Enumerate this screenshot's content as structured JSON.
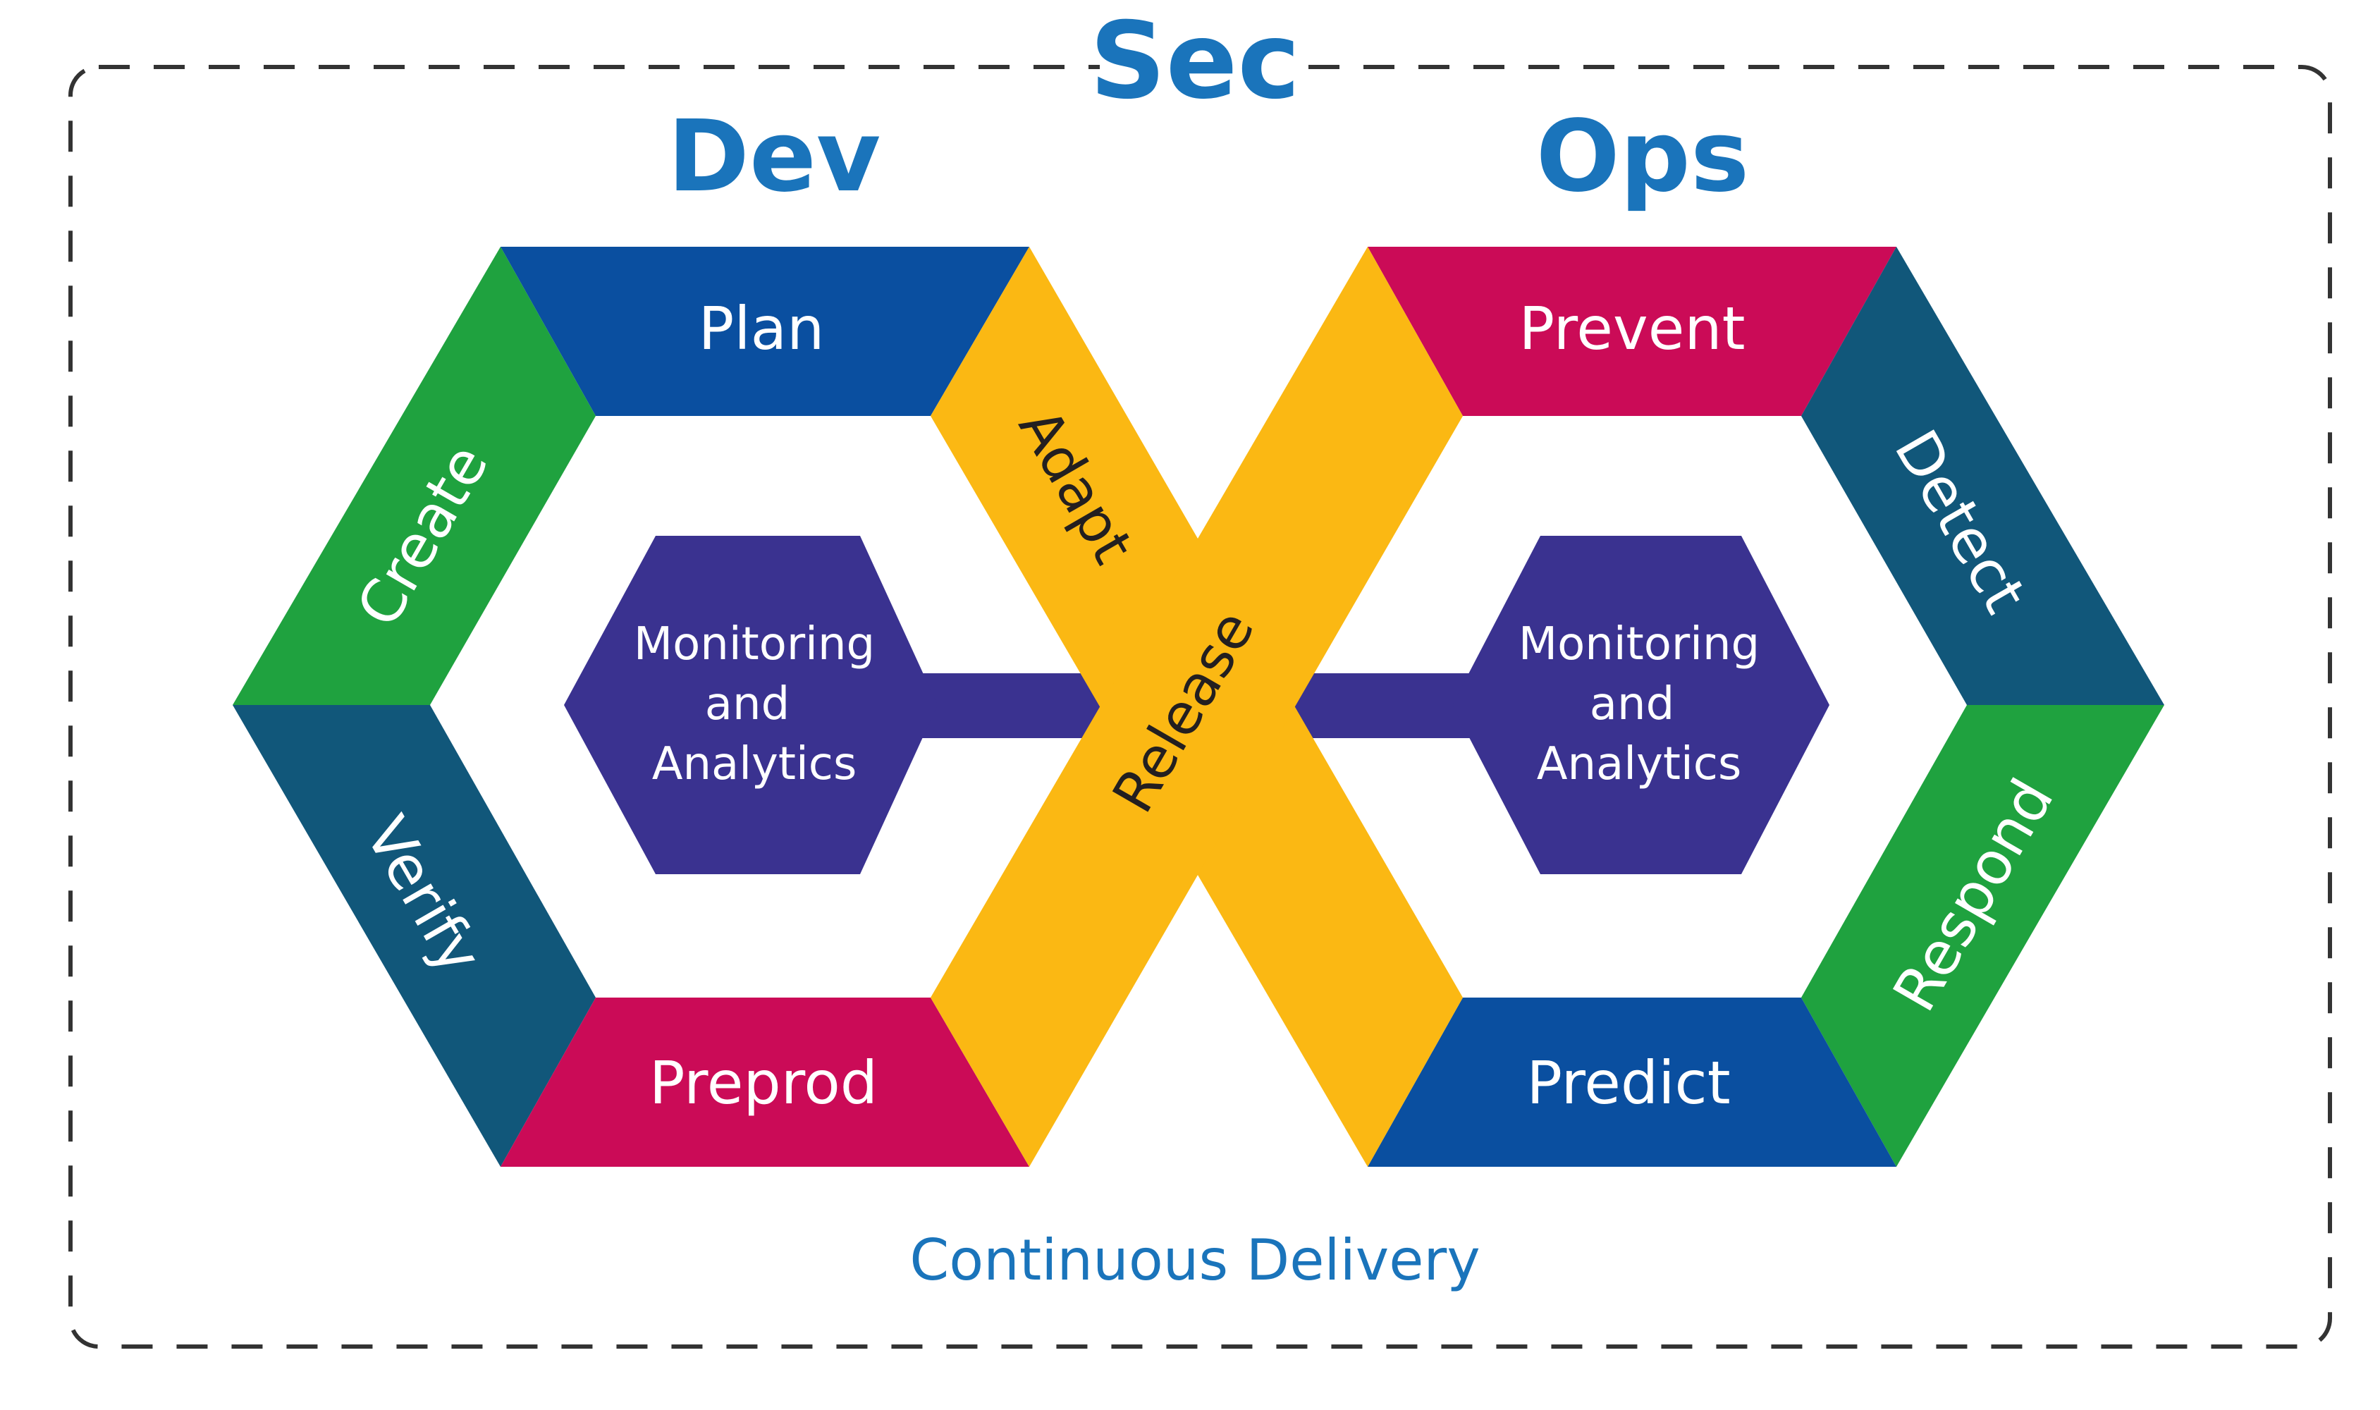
{
  "title": {
    "sec": "Sec",
    "dev": "Dev",
    "ops": "Ops"
  },
  "dev_loop": {
    "plan": "Plan",
    "create": "Create",
    "verify": "Verify",
    "preprod": "Preprod",
    "center": [
      "Monitoring",
      "and",
      "Analytics"
    ]
  },
  "crossover": {
    "adapt": "Adapt",
    "release": "Release"
  },
  "ops_loop": {
    "prevent": "Prevent",
    "detect": "Detect",
    "respond": "Respond",
    "predict": "Predict",
    "center": [
      "Monitoring",
      "and",
      "Analytics"
    ]
  },
  "footer": {
    "label": "Continuous Delivery"
  },
  "colors": {
    "heading": "#1a74bb",
    "blue": "#0a4fa0",
    "green": "#1fa23f",
    "teal": "#11577a",
    "magenta": "#cb0b57",
    "yellow": "#fbb813",
    "purple": "#3a3290",
    "dash": "#333333"
  }
}
